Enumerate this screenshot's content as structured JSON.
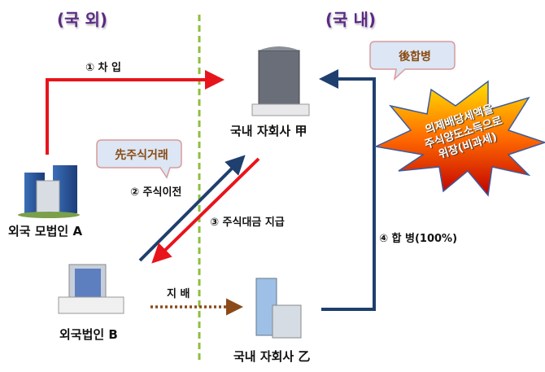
{
  "titles": {
    "overseas": "(국 외)",
    "domestic": "(국 내)"
  },
  "entities": {
    "parent_a": "외국 모법인 A",
    "foreign_b": "외국법인 B",
    "sub_gap": "국내 자회사 甲",
    "sub_eul": "국내 자회사 乙"
  },
  "flows": {
    "borrow": "① 차 입",
    "share_transfer": "② 주식이전",
    "payment": "③ 주식대금 지급",
    "merger": "④ 합 병(100%)",
    "control": "지 배"
  },
  "callouts": {
    "first": "先주식거래",
    "after": "後합병"
  },
  "burst": {
    "line1": "의제배당세액을",
    "line2": "주식양도소득으로",
    "line3": "위장(비과세)"
  },
  "colors": {
    "red": "#e8141c",
    "blue": "#1f3f6e",
    "green": "#8fbf3f",
    "brown": "#8b4a1a"
  }
}
